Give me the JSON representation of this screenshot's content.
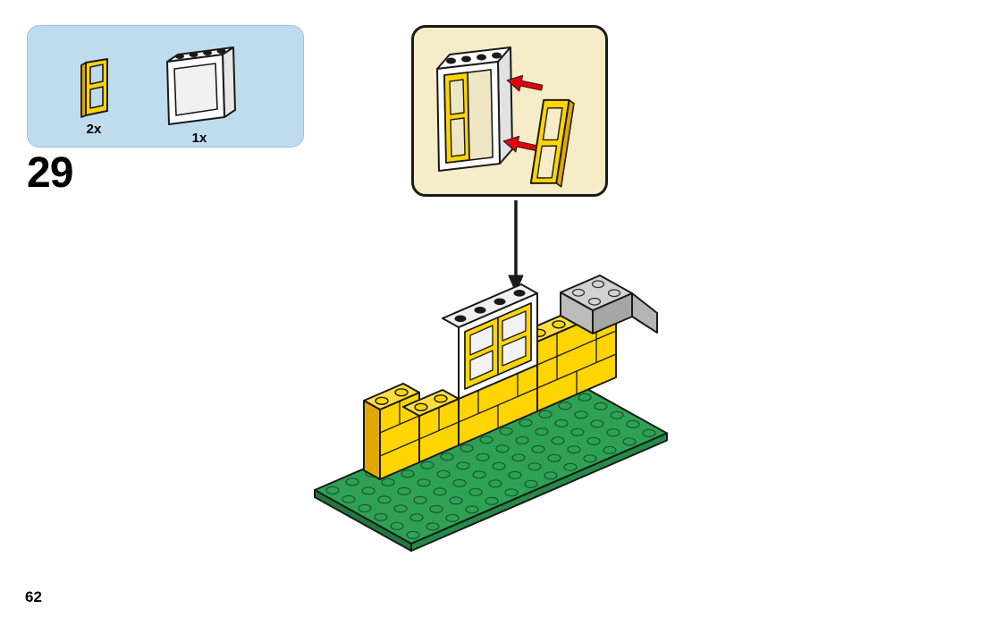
{
  "step": {
    "number": "29"
  },
  "page": {
    "number": "62"
  },
  "parts_box": {
    "items": [
      {
        "qty": "2x",
        "name": "yellow-window-pane"
      },
      {
        "qty": "1x",
        "name": "white-window-frame"
      }
    ]
  },
  "colors": {
    "parts_box_bg": "#BFDCEF",
    "inset_bg": "#F6ECC8",
    "outline": "#1A1A1A",
    "lego_yellow": "#FFD500",
    "lego_yellow_shade": "#E0A800",
    "lego_green": "#2FA155",
    "lego_green_shade": "#1E7A3C",
    "lego_white": "#FFFFFF",
    "lego_gray": "#C9C9C9",
    "arrow_red": "#E3000B"
  }
}
